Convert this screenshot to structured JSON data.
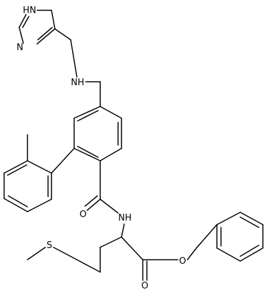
{
  "molecule": {
    "atoms": {
      "imidazole_nh": "HN",
      "imidazole_n": "N",
      "amine_nh": "NH",
      "amide_o": "O",
      "amide_nh": "NH",
      "sulfur": "S",
      "ester_o_single": "O",
      "ester_o_double": "O"
    }
  },
  "colors": {
    "bond": "#000000",
    "label": "#000000",
    "background": "#ffffff"
  }
}
